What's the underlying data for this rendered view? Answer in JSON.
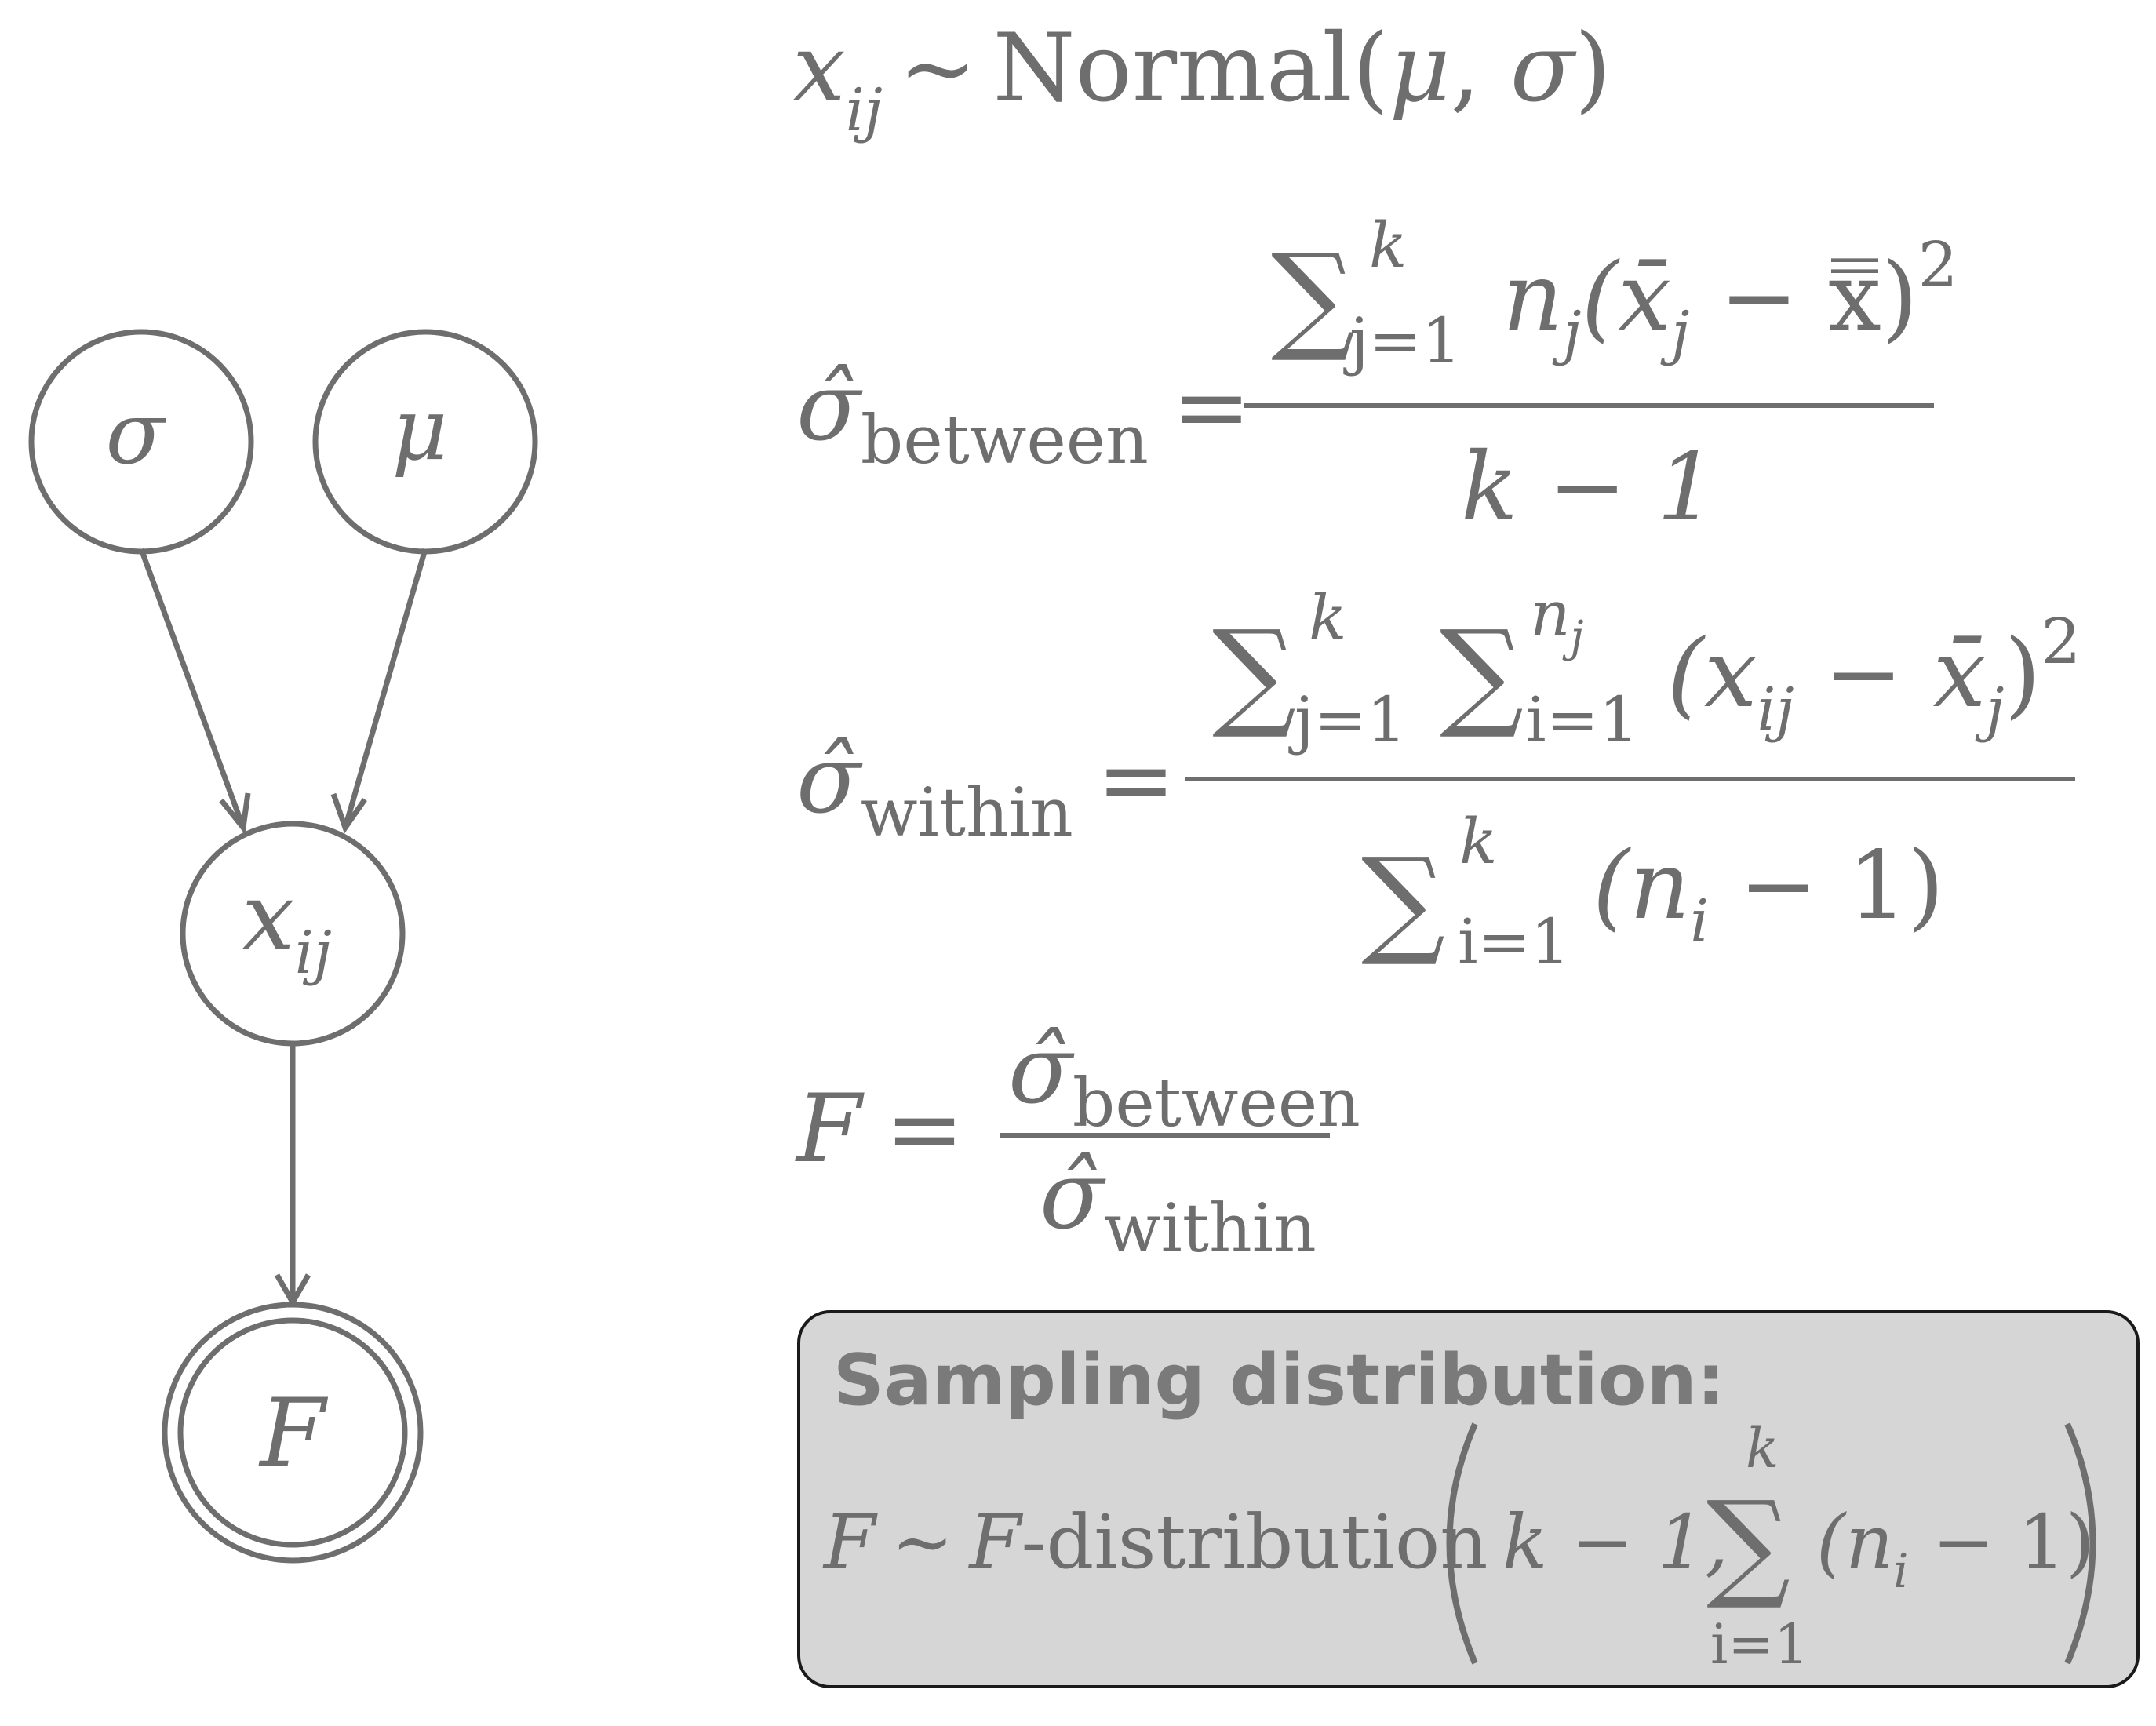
{
  "colors": {
    "ink": "#6e6e6e",
    "box_fill": "#d6d6d6",
    "box_stroke": "#1a1a1a",
    "heading": "#7a7a7a"
  },
  "graph": {
    "nodes": [
      {
        "id": "sigma",
        "label": "σ",
        "style": "single"
      },
      {
        "id": "mu",
        "label": "μ",
        "style": "single"
      },
      {
        "id": "x",
        "label": "x",
        "subscript": "ij",
        "style": "single"
      },
      {
        "id": "F",
        "label": "F",
        "style": "double"
      }
    ],
    "edges": [
      {
        "from": "sigma",
        "to": "x"
      },
      {
        "from": "mu",
        "to": "x"
      },
      {
        "from": "x",
        "to": "F"
      }
    ]
  },
  "equations": {
    "likelihood": {
      "lhs": "x",
      "lhs_sub": "ij",
      "tilde": "∼",
      "dist": "Normal(",
      "param1": "μ",
      "sep": ", ",
      "param2": "σ",
      "close": ")"
    },
    "between": {
      "hat": "σ̂",
      "sub": "between",
      "eq": "=",
      "num_sum": "∑",
      "num_upper": "k",
      "num_lower": "j=1",
      "num_body": "n",
      "num_body_sub": "j",
      "num_paren": "(x̄",
      "num_xsub": "j",
      "num_minus": " − x̿)",
      "num_sq": "2",
      "den": "k − 1"
    },
    "within": {
      "hat": "σ̂",
      "sub": "within",
      "eq": "=",
      "sum1": "∑",
      "sum1_upper": "k",
      "sum1_lower": "j=1",
      "sum2": "∑",
      "sum2_upper_base": "n",
      "sum2_upper_sub": "j",
      "sum2_lower": "i=1",
      "body_open": "(x",
      "body_sub1": "ij",
      "body_minus": " − x̄",
      "body_sub2": "j",
      "body_close": ")",
      "body_sq": "2",
      "den_sum": "∑",
      "den_upper": "k",
      "den_lower": "i=1",
      "den_body_open": "(n",
      "den_body_sub": "i",
      "den_body_close": " − 1)"
    },
    "ratio": {
      "lhs": "F",
      "eq": "=",
      "num_hat": "σ̂",
      "num_sub": "between",
      "den_hat": "σ̂",
      "den_sub": "within"
    }
  },
  "sampling_box": {
    "heading": "Sampling distribution:",
    "lhs": "F",
    "tilde": "∼",
    "dist_name": "F",
    "dist_suffix": "-distribution",
    "arg1": "k − 1,",
    "sum": "∑",
    "sum_upper": "k",
    "sum_lower": "i=1",
    "arg2_open": "(n",
    "arg2_sub": "i",
    "arg2_close": " − 1)"
  }
}
